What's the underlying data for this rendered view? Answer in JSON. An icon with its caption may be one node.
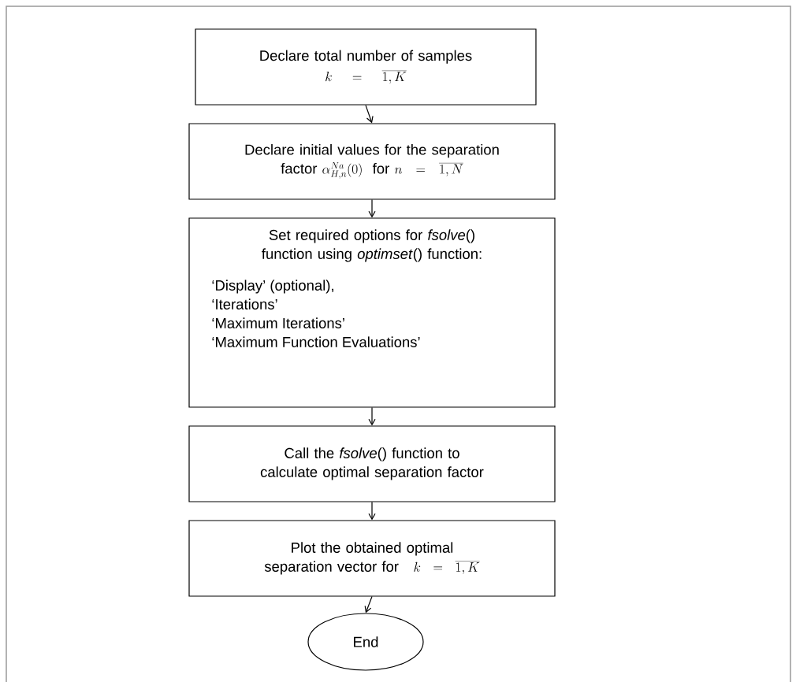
{
  "diagram": {
    "nodes": [
      {
        "text": [
          "Declare total number of samples",
          "k=\\overline{1,K}"
        ]
      },
      {
        "text": [
          "Declare initial values for the separation factor",
          "\\alpha_{H,n}^{Na}(0)",
          "for",
          "n=\\overline{1,N}"
        ]
      },
      {
        "text": [
          "Set required options for *fsolve*() function using *optimset*() function:",
          "‘Display’ (optional),",
          "‘Iterations’",
          "‘Maximum Iterations’",
          "‘Maximum Function Evaluations’"
        ]
      },
      {
        "text": [
          "Call the *fsolve*() function to calculate optimal separation factor"
        ]
      },
      {
        "text": [
          "Plot the obtained optimal separation vector for",
          "k=\\overline{1,K}"
        ]
      },
      {
        "text": [
          "End"
        ]
      }
    ],
    "edges": [
      {
        "from": 0,
        "to": 1,
        "arrow": "to"
      },
      {
        "from": 1,
        "to": 2,
        "arrow": "to"
      },
      {
        "from": 2,
        "to": 3,
        "arrow": "to"
      },
      {
        "from": 3,
        "to": 4,
        "arrow": "to"
      },
      {
        "from": 4,
        "to": 5,
        "arrow": "to"
      }
    ]
  }
}
